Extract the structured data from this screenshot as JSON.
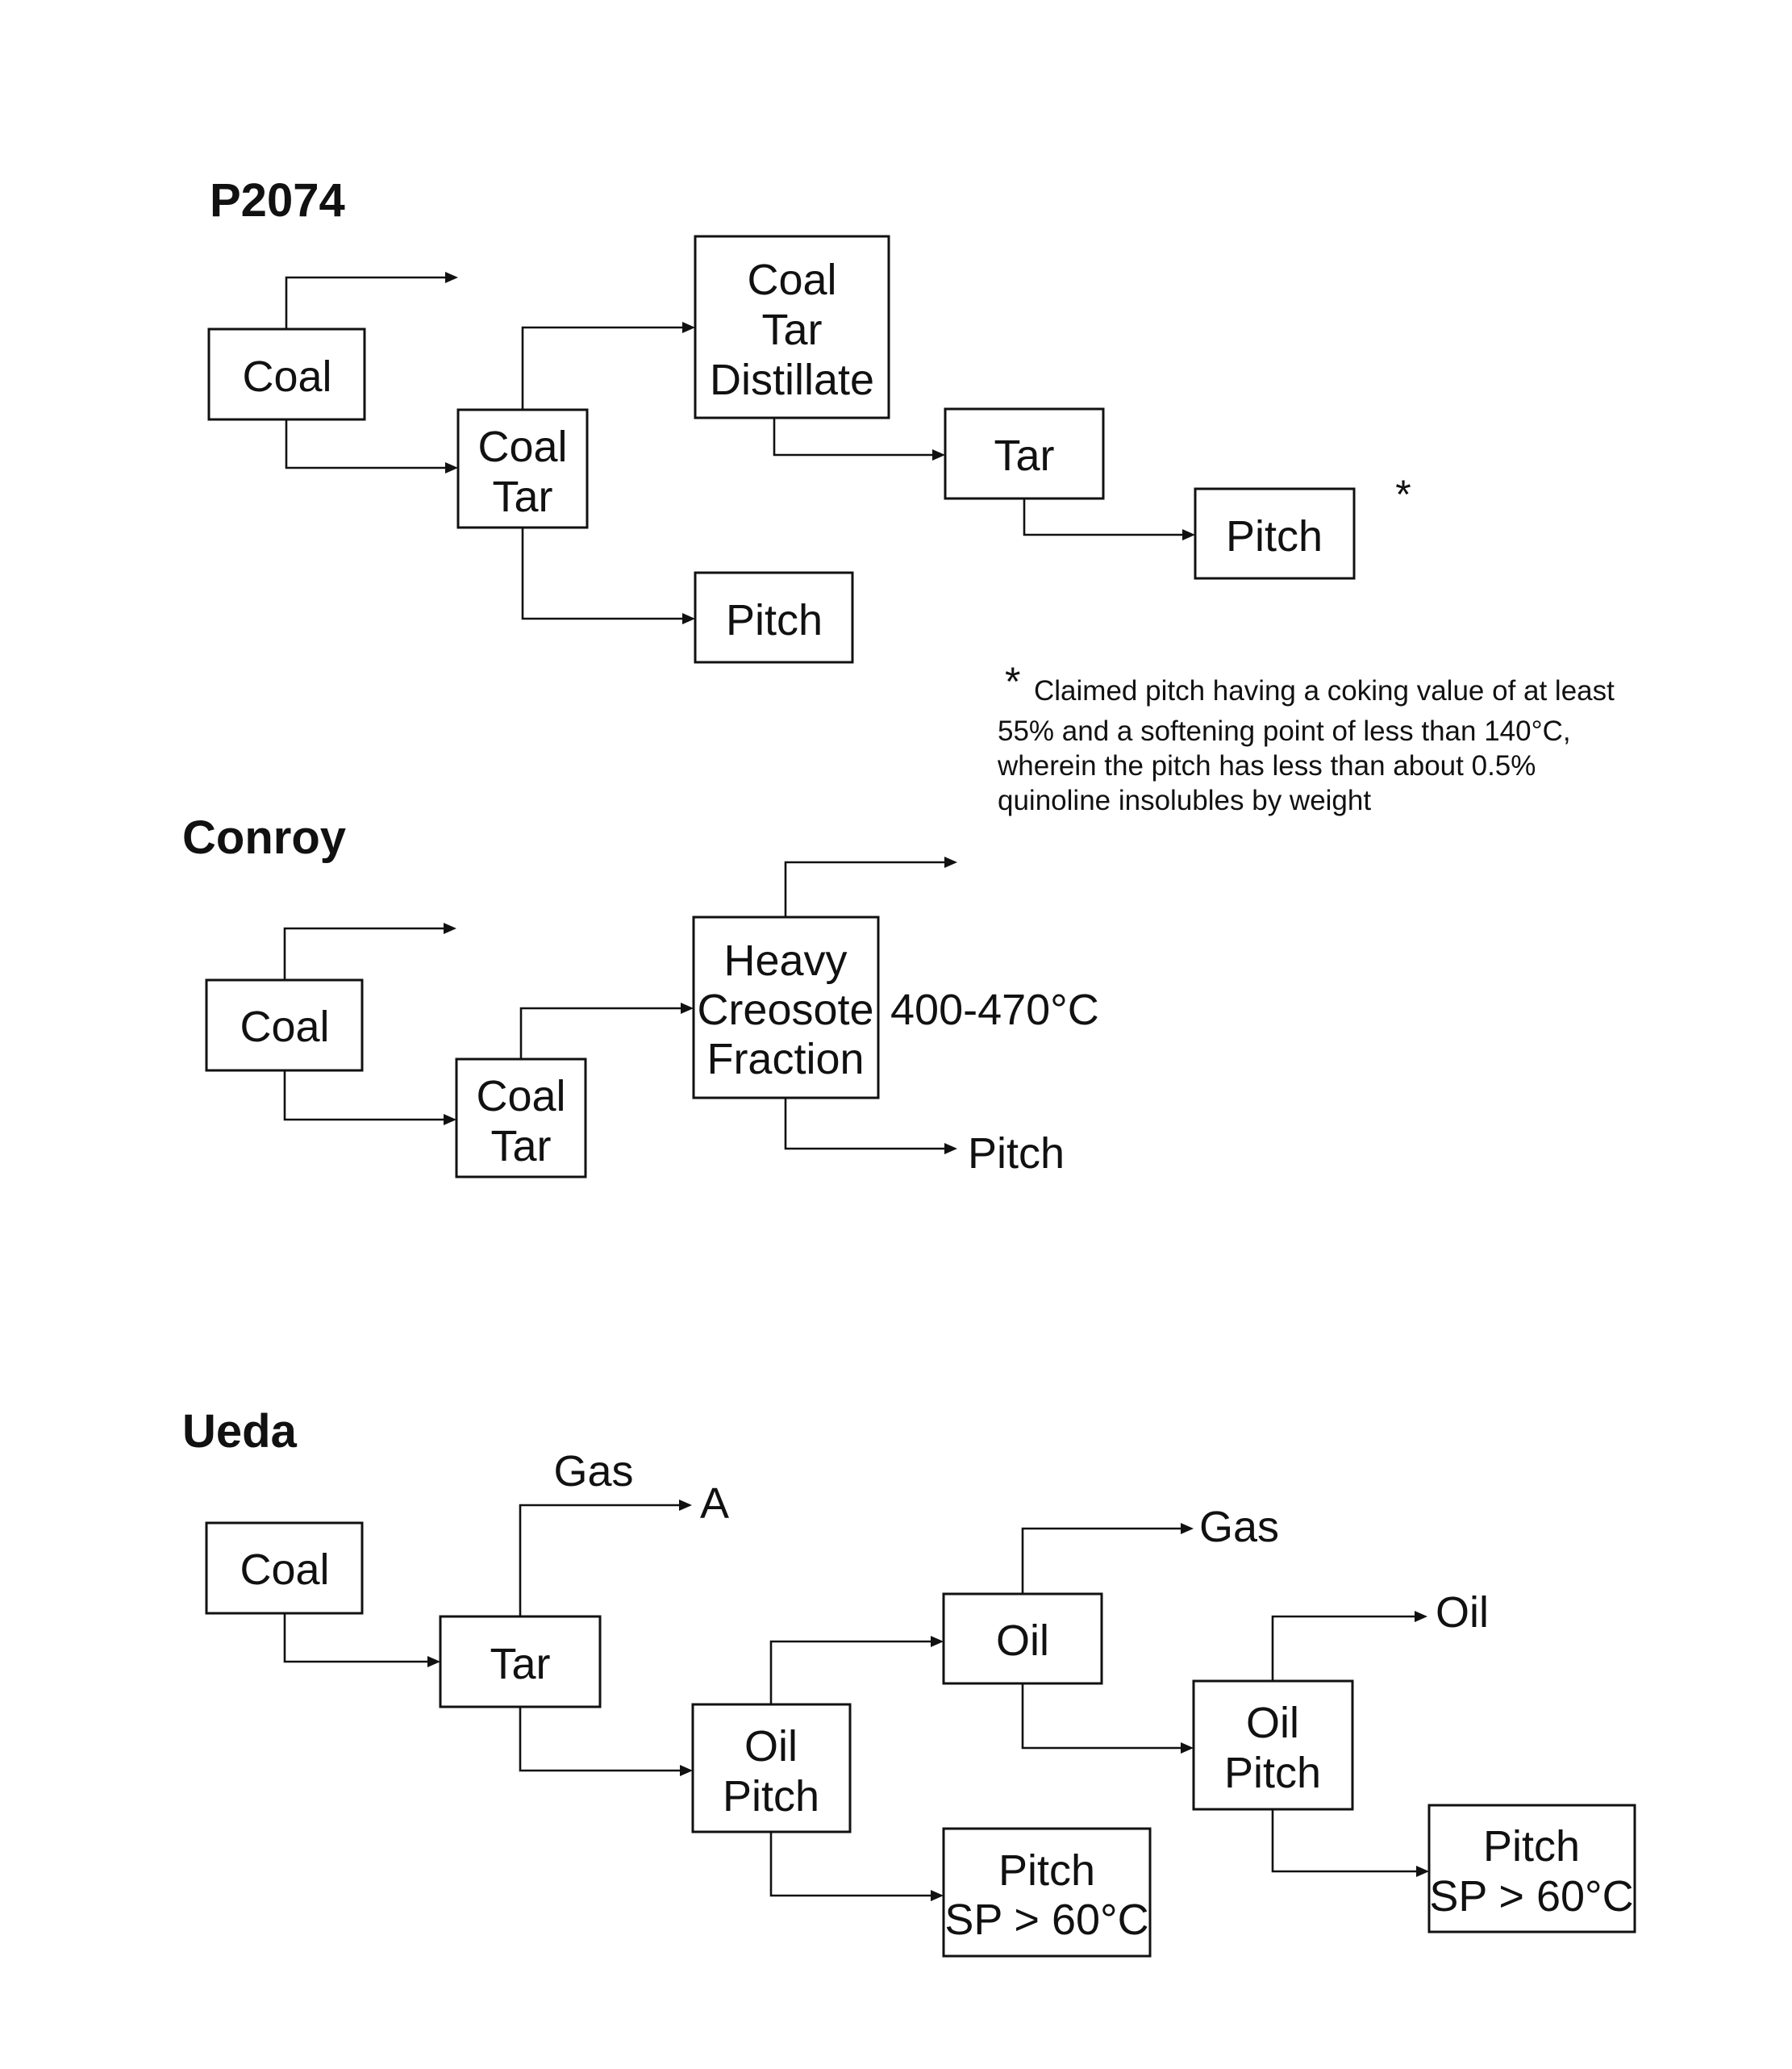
{
  "p2074": {
    "title": "P2074",
    "coal": "Coal",
    "coal_tar": [
      "Coal",
      "Tar"
    ],
    "distillate": [
      "Coal",
      "Tar",
      "Distillate"
    ],
    "tar": "Tar",
    "pitch_claimed": "Pitch",
    "pitch": "Pitch",
    "asterisk": "*",
    "note": {
      "asterisk": "*",
      "lines": [
        "Claimed pitch having a coking value of at least",
        "55% and a softening point of less than 140°C,",
        "wherein the pitch has less than about 0.5%",
        "quinoline insolubles by weight"
      ]
    }
  },
  "conroy": {
    "title": "Conroy",
    "coal": "Coal",
    "coal_tar": [
      "Coal",
      "Tar"
    ],
    "heavy_creosote": [
      "Heavy",
      "Creosote",
      "Fraction"
    ],
    "temperature": "400-470°C",
    "pitch_out": "Pitch"
  },
  "ueda": {
    "title": "Ueda",
    "coal": "Coal",
    "tar": "Tar",
    "gas_label": "Gas",
    "a_label": "A",
    "oil_pitch_1": [
      "Oil",
      "Pitch"
    ],
    "oil_1": "Oil",
    "gas_out": "Gas",
    "pitch_sp_1": [
      "Pitch",
      "SP > 60°C"
    ],
    "oil_pitch_2": [
      "Oil",
      "Pitch"
    ],
    "oil_out": "Oil",
    "pitch_sp_2": [
      "Pitch",
      "SP > 60°C"
    ]
  },
  "icons": {
    "arrow": "arrow-right-icon"
  }
}
